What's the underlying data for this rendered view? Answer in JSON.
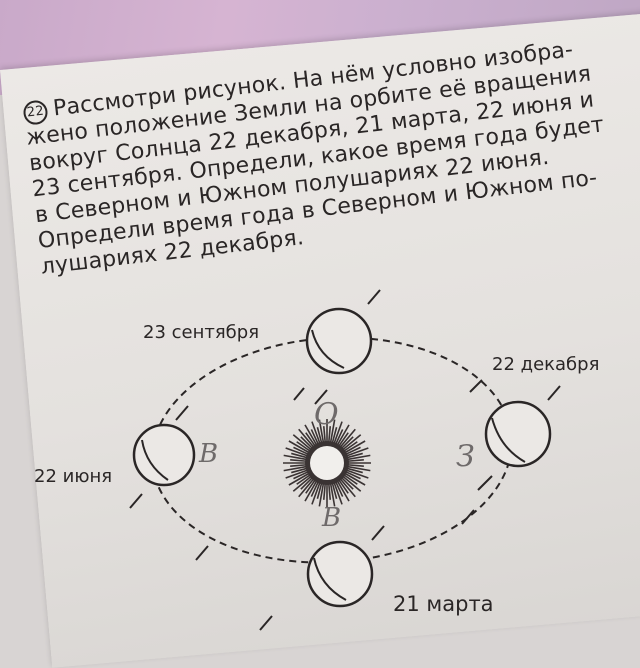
{
  "task": {
    "number": "22",
    "lines": [
      "Рассмотри рисунок. На нём условно изобра-",
      "жено положение Земли на орбите её вращения",
      "вокруг Солнца 22 декабря, 21 марта, 22 июня и",
      "23 сентября. Определи, какое время года будет",
      "в Северном и Южном полушариях 22 июня.",
      "Определи время года в Северном и Южном по-",
      "лушариях 22 декабря."
    ]
  },
  "diagram": {
    "labels": {
      "sep": "23 сентября",
      "dec": "22 декабря",
      "jun": "22 июня",
      "mar": "21 марта"
    },
    "handwritten": {
      "summer": "В",
      "winter": "З",
      "autumn": "О",
      "spring": "В"
    }
  }
}
